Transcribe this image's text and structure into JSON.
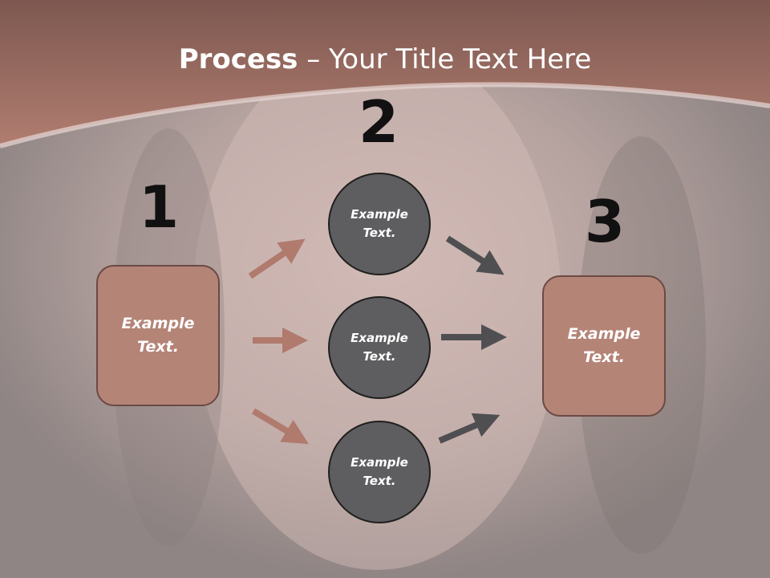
{
  "title": {
    "bold": "Process",
    "rest": " – Your Title Text Here"
  },
  "steps": [
    {
      "number": "1",
      "label": "Example\nText."
    },
    {
      "number": "2",
      "labels": [
        "Example\nText.",
        "Example\nText.",
        "Example\nText."
      ]
    },
    {
      "number": "3",
      "label": "Example\nText."
    }
  ],
  "colors": {
    "header": "#a87568",
    "box_fill": "#b48477",
    "circle_fill": "#5e5e60",
    "arrow_left": "#b07a6d",
    "arrow_right": "#4f4f52"
  }
}
